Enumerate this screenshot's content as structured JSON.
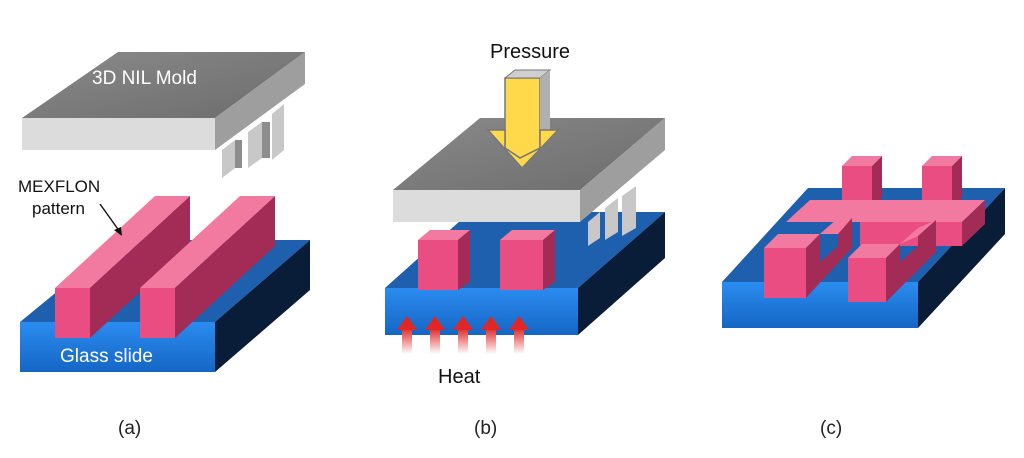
{
  "panels": {
    "a": {
      "caption": "(a)",
      "mold_label": "3D NIL Mold",
      "pattern_label_line1": "MEXFLON",
      "pattern_label_line2": "pattern",
      "substrate_label": "Glass slide"
    },
    "b": {
      "caption": "(b)",
      "pressure_label": "Pressure",
      "heat_label": "Heat"
    },
    "c": {
      "caption": "(c)"
    }
  },
  "colors": {
    "mold_top": "#7a7a7a",
    "mold_front": "#dedede",
    "mold_side": "#a6a6a6",
    "glass_top": "#1e64b4",
    "glass_front": "#1a7fe0",
    "glass_side": "#0b1f3a",
    "pattern_top": "#f26d94",
    "pattern_front": "#e8457a",
    "pattern_side": "#9c2a50",
    "pressure_arrow": "#ffd94a",
    "heat_arrow": "#e03030"
  }
}
